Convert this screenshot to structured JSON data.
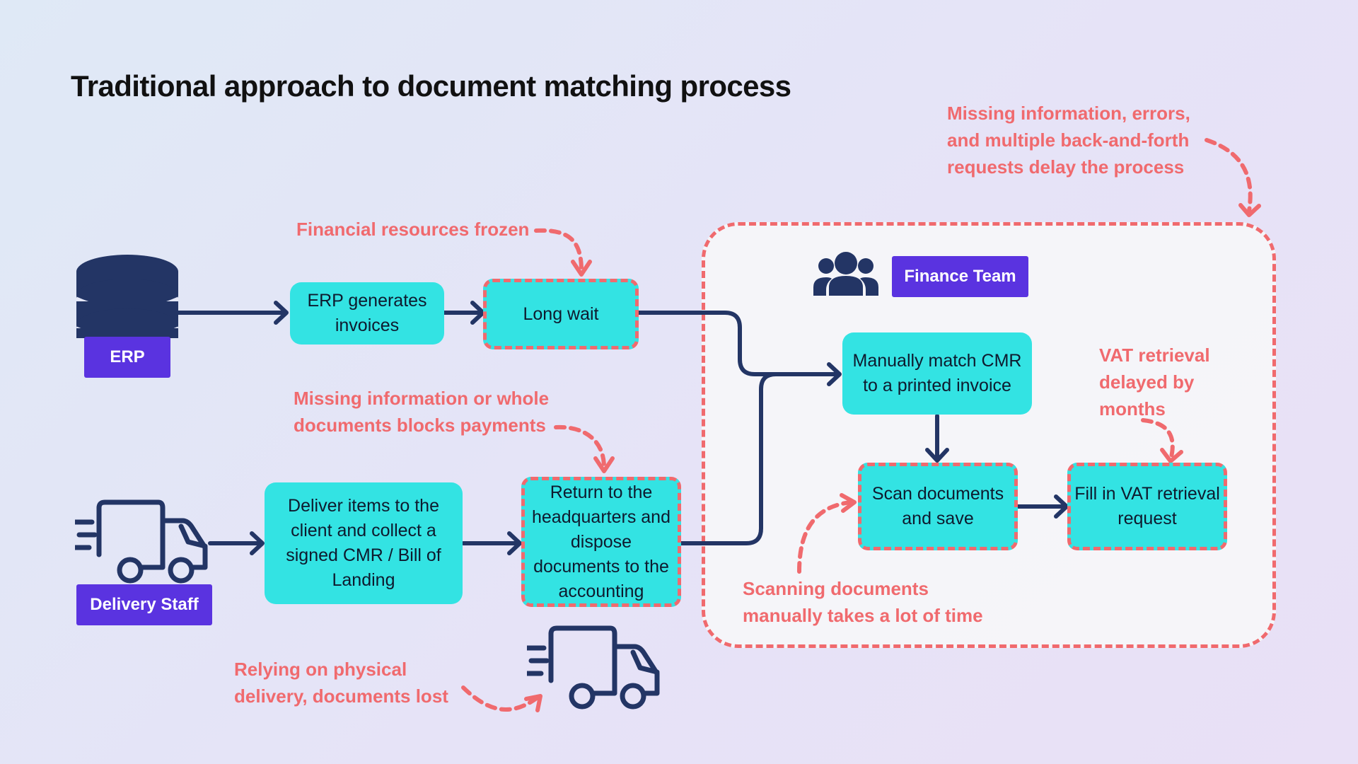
{
  "title": "Traditional approach to document matching process",
  "colors": {
    "process_box": "#33e3e3",
    "label_bg": "#5a33e0",
    "annotation": "#f06a6e",
    "arrow": "#233565"
  },
  "icons": [
    "database-icon",
    "delivery-truck-icon",
    "team-icon",
    "truck-icon"
  ],
  "actors": {
    "erp": "ERP",
    "delivery": "Delivery Staff",
    "finance": "Finance Team"
  },
  "steps": {
    "erp_generates": [
      "ERP generates",
      "invoices"
    ],
    "long_wait": [
      "Long wait"
    ],
    "deliver_items": [
      "Deliver items to the",
      "client and collect a",
      "signed CMR / Bill of",
      "Landing"
    ],
    "return_hq": [
      "Return to the",
      "headquarters and",
      "dispose",
      "documents to the",
      "accounting"
    ],
    "manual_match": [
      "Manually match CMR",
      "to a printed invoice"
    ],
    "scan_docs": [
      "Scan documents",
      "and save"
    ],
    "fill_vat": [
      "Fill in VAT retrieval",
      "request"
    ]
  },
  "annotations": {
    "financial_frozen": [
      "Financial resources frozen"
    ],
    "missing_info_blocks": [
      "Missing information or whole",
      "documents blocks payments"
    ],
    "missing_errors": [
      "Missing information, errors,",
      "and multiple back-and-forth",
      "requests delay the process"
    ],
    "vat_delayed": [
      "VAT retrieval",
      "delayed by",
      "months"
    ],
    "scanning_time": [
      "Scanning documents",
      "manually takes a lot of time"
    ],
    "physical_delivery": [
      "Relying on physical",
      "delivery, documents lost"
    ]
  }
}
